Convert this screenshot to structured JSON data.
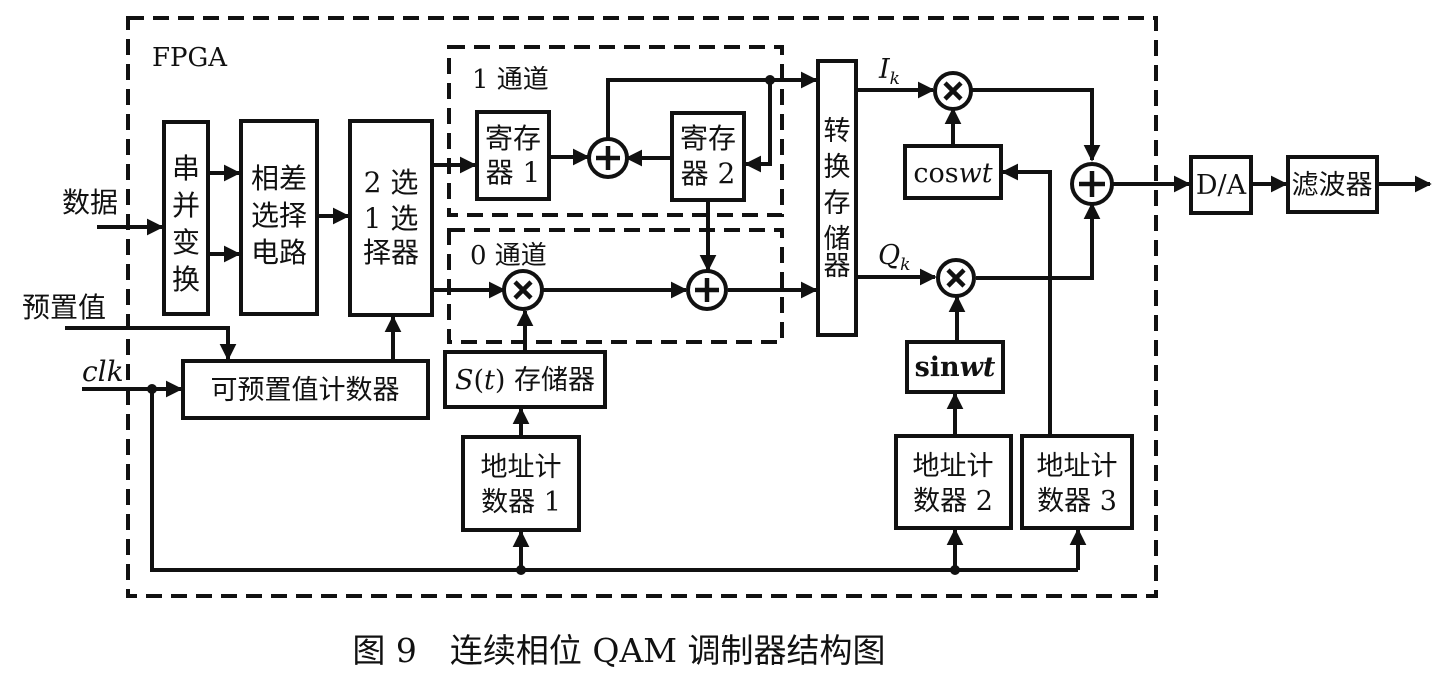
{
  "diagram": {
    "fpga_label": "FPGA",
    "inputs": {
      "data": "数据",
      "preset": "预置值",
      "clk": "clk"
    },
    "blocks": {
      "serial_parallel": [
        "串",
        "并",
        "变",
        "换"
      ],
      "phase_select": [
        "相差",
        "选择",
        "电路"
      ],
      "mux": [
        "2 选",
        "1 选",
        "择器"
      ],
      "reg1": [
        "寄存",
        "器 1"
      ],
      "reg2": [
        "寄存",
        "器 2"
      ],
      "converter_memory": [
        "转",
        "换",
        "存",
        "储",
        "器"
      ],
      "cos": "coswt",
      "cos_prefix": "cos",
      "cos_suffix": "wt",
      "sin_prefix": "sin",
      "sin_suffix": "wt",
      "preset_counter": "可预置值计数器",
      "st_memory_s": "S",
      "st_memory_t": "t",
      "st_memory_rest": "存储器",
      "addr1": [
        "地址计",
        "数器 1"
      ],
      "addr2": [
        "地址计",
        "数器 2"
      ],
      "addr3": [
        "地址计",
        "数器 3"
      ],
      "da": "D/A",
      "filter": "滤波器"
    },
    "channels": {
      "ch1": "1 通道",
      "ch0": "0 通道"
    },
    "signals": {
      "i_main": "I",
      "i_sub": "k",
      "q_main": "Q",
      "q_sub": "k"
    }
  },
  "caption": "图 9　连续相位 QAM 调制器结构图"
}
